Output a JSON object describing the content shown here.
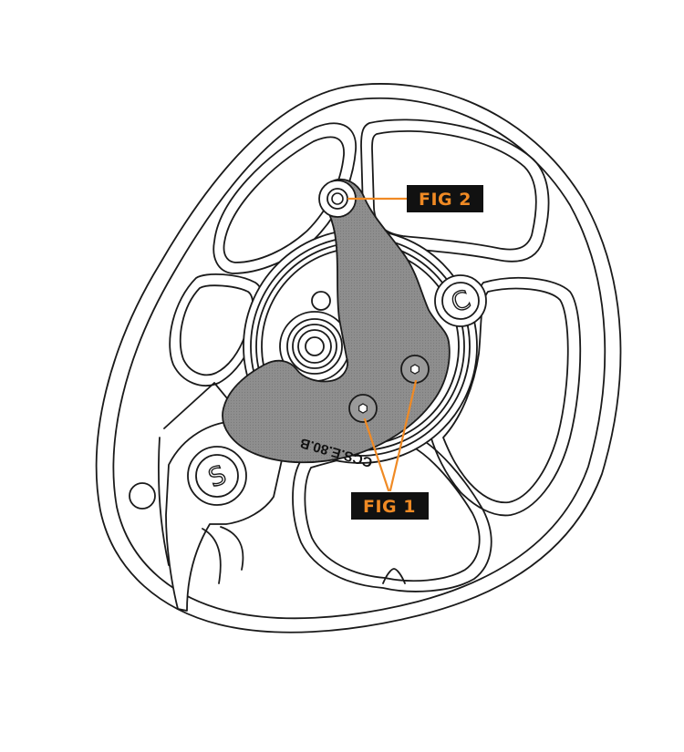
{
  "labels": {
    "fig2": "FIG 2",
    "fig1": "FIG 1"
  },
  "module_marking": "CCS.E.80.B",
  "post_letters": {
    "c": "C",
    "s": "S"
  },
  "colors": {
    "accent": "#f08a24",
    "label_background": "#111111",
    "module_fill": "#8e8e8e",
    "outline": "#1a1a1a"
  }
}
